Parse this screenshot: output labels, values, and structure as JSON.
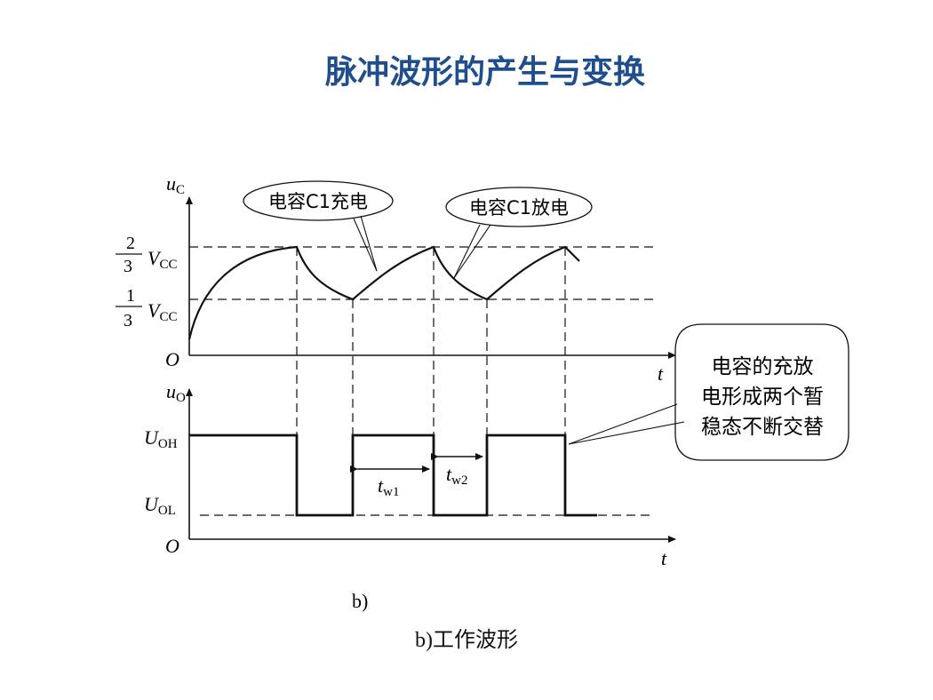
{
  "slide": {
    "title": "脉冲波形的产生与变换",
    "caption": "b)工作波形"
  },
  "figure": {
    "sublabel": "b)",
    "top_axis": {
      "symbol": "u",
      "subscript": "C",
      "origin": "O",
      "time": "t"
    },
    "bottom_axis": {
      "symbol": "u",
      "subscript": "O",
      "origin": "O",
      "time": "t"
    },
    "levels": {
      "upper_num": "2",
      "upper_den": "3",
      "lower_num": "1",
      "lower_den": "3",
      "v_symbol": "V",
      "v_subscript": "CC"
    },
    "out_levels": {
      "high_symbol": "U",
      "high_subscript": "OH",
      "low_symbol": "U",
      "low_subscript": "OL"
    },
    "widths": {
      "w1_symbol": "t",
      "w1_subscript": "w1",
      "w2_symbol": "t",
      "w2_subscript": "w2"
    },
    "callouts": {
      "charge": "电容C1充电",
      "discharge": "电容C1放电",
      "note_line1": "电容的充放",
      "note_line2": "电形成两个暂",
      "note_line3": "稳态不断交替"
    }
  }
}
